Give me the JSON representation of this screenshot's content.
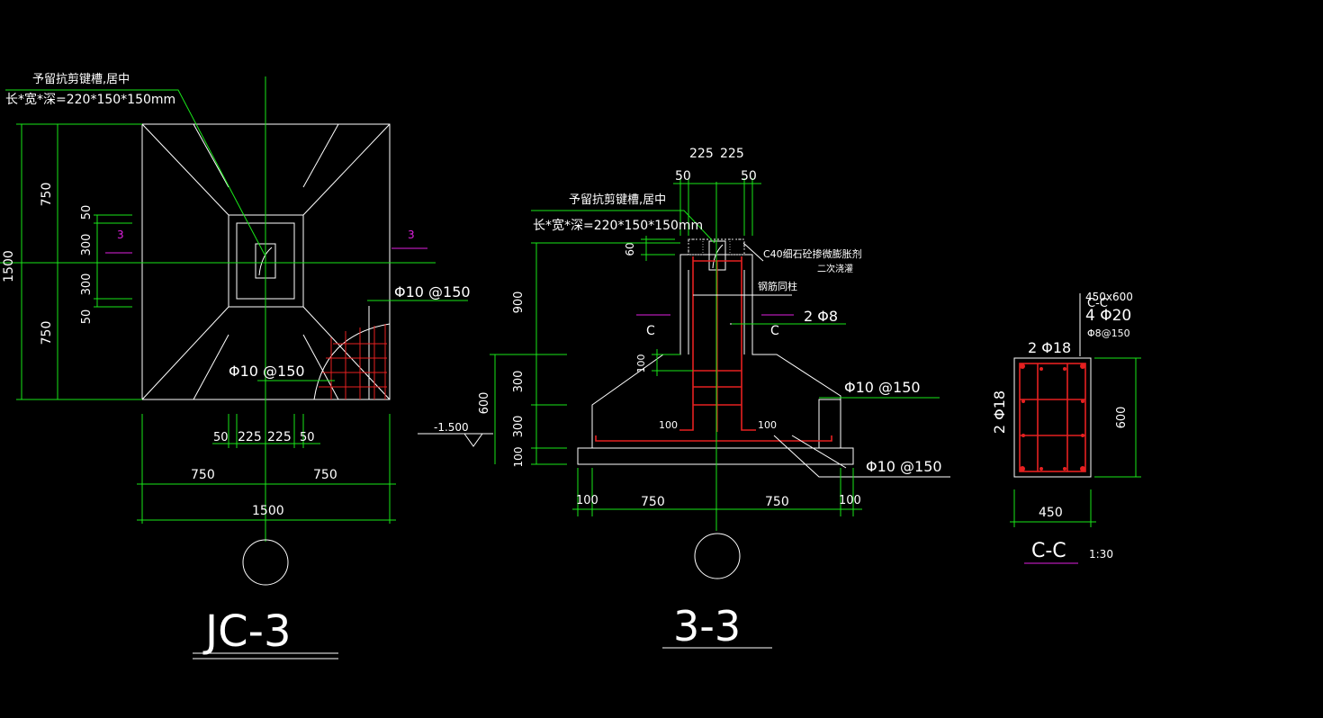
{
  "plan": {
    "note_line1": "予留抗剪键槽,居中",
    "note_line2": "长*宽*深=220*150*150mm",
    "dim_left_total": "1500",
    "dim_left_top": "750",
    "dim_left_bottom": "750",
    "dim_inner_50a": "50",
    "dim_inner_300a": "300",
    "dim_inner_300b": "300",
    "dim_inner_50b": "50",
    "section_mark_left": "3",
    "section_mark_right": "3",
    "rebar_label_top": "Φ10 @150",
    "rebar_label_bottom": "Φ10 @150",
    "dim_bottom_50a": "50",
    "dim_bottom_225a": "225",
    "dim_bottom_225b": "225",
    "dim_bottom_50b": "50",
    "dim_bottom_750a": "750",
    "dim_bottom_750b": "750",
    "dim_bottom_total": "1500",
    "title": "JC-3"
  },
  "section33": {
    "dim_top_225a": "225",
    "dim_top_225b": "225",
    "dim_top_50a": "50",
    "dim_top_50b": "50",
    "note_line1": "予留抗剪键槽,居中",
    "note_line2": "长*宽*深=220*150*150mm",
    "dim_60": "60",
    "concrete_note": "C40细石砼掺微膨胀剂",
    "concrete_note2": "二次浇灌",
    "column_note": "钢筋同柱",
    "dim_900": "900",
    "rebar_2phi8": "2 Φ8",
    "section_c_left": "C",
    "section_c_right": "C",
    "dim_100_mid": "100",
    "dim_300a": "300",
    "dim_300b": "300",
    "dim_600": "600",
    "dim_100_bottom": "100",
    "rebar_phi10_right": "Φ10 @150",
    "elev_label": "-1.500",
    "anchor_100_left": "100",
    "anchor_100_right": "100",
    "rebar_phi10_bottom": "Φ10 @150",
    "dim_bottom_100a": "100",
    "dim_bottom_750a": "750",
    "dim_bottom_750b": "750",
    "dim_bottom_100b": "100",
    "title": "3-3"
  },
  "sectionCC": {
    "head_line1": "C-C",
    "head_line2": "450x600",
    "head_line3": "4 Φ20",
    "head_line4": "Φ8@150",
    "top_rebar": "2 Φ18",
    "side_rebar": "2 Φ18",
    "dim_height": "600",
    "dim_width": "450",
    "title": "C-C",
    "scale": "1:30"
  },
  "colors": {
    "background": "#000000",
    "dimension": "#19e619",
    "outline": "#ffffff",
    "rebar": "#e62020",
    "section_mark": "#e020e0"
  }
}
